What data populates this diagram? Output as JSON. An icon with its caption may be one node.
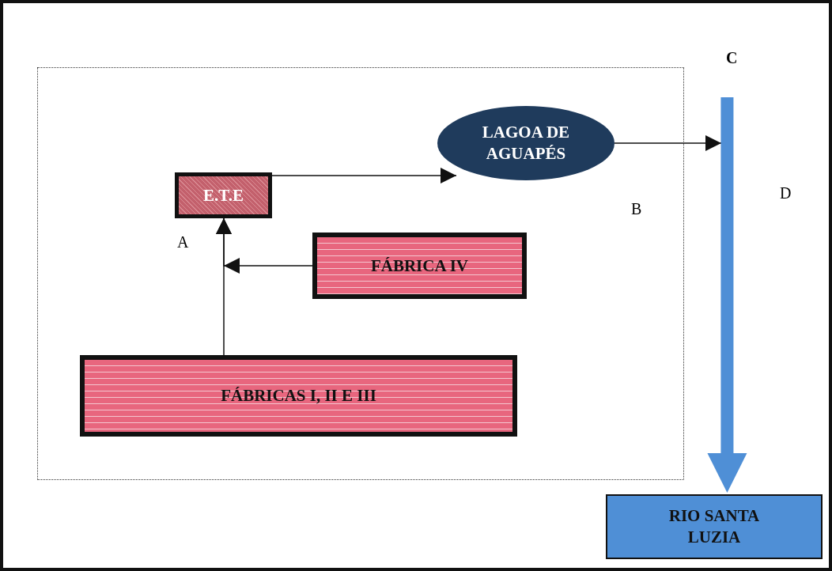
{
  "diagram": {
    "nodes": [
      {
        "text": [],
        "shape": "box"
      },
      {
        "text": [
          "LAGOA DE AGUAPÉS"
        ],
        "in": 0
      },
      {
        "text": [
          "E.T.E"
        ],
        "in": 0
      },
      {
        "text": [
          "FÁBRICA IV"
        ],
        "in": 0
      },
      {
        "text": [
          "FÁBRICAS I, II E III"
        ],
        "in": 0
      },
      {
        "text": [
          "RIO SANTA LUZIA"
        ]
      }
    ],
    "edges": [
      {
        "from": 2,
        "to": 1,
        "arrow": "to"
      },
      {
        "from": 3,
        "to": 2,
        "arrow": "to"
      },
      {
        "from": 4,
        "to": 2,
        "arrow": "to"
      },
      {
        "from": 1,
        "to": null,
        "arrow": "to"
      },
      {
        "from": null,
        "to": 5,
        "arrow": "to",
        "style": "thick",
        "color": "#4f8fd6"
      }
    ],
    "labels": [
      "C",
      "D",
      "B",
      "A"
    ]
  }
}
